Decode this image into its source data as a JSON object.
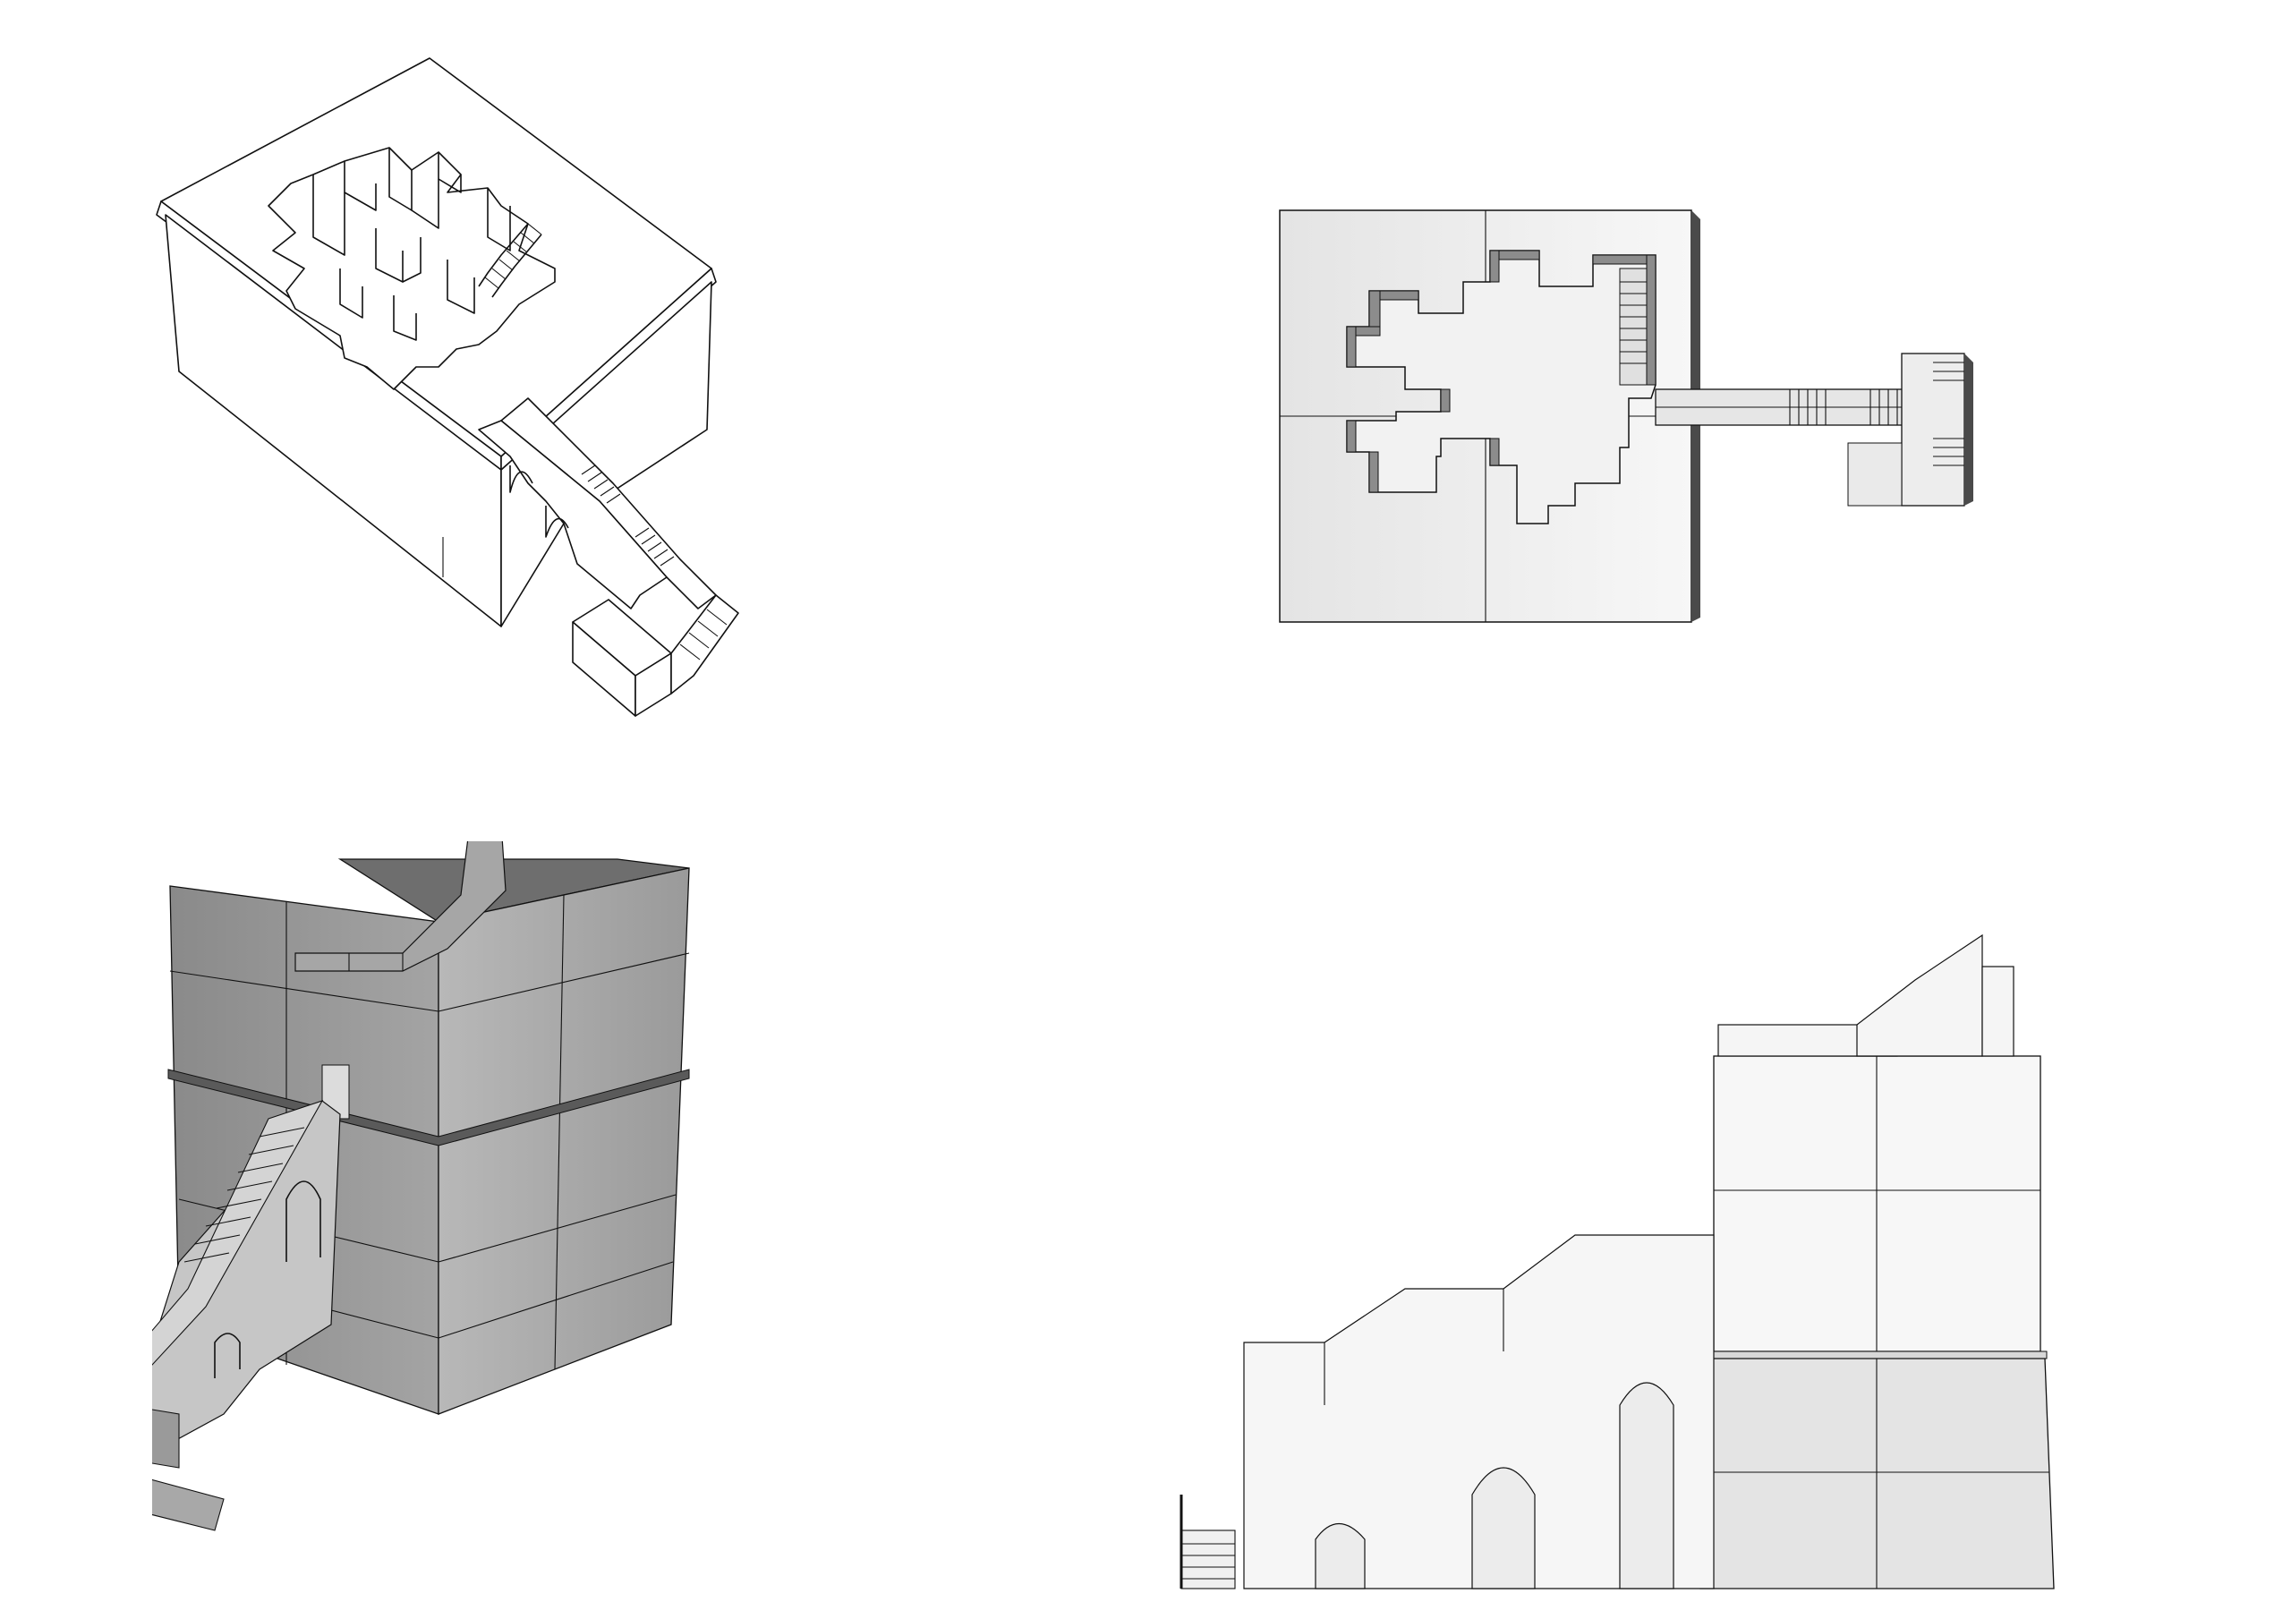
{
  "figure": {
    "panels": [
      {
        "id": "axonometric-line-drawing",
        "style": "black line on white"
      },
      {
        "id": "top-plan-view",
        "style": "light grey shaded"
      },
      {
        "id": "axonometric-shaded-view",
        "style": "dark grey shaded"
      },
      {
        "id": "side-elevation",
        "style": "light grey shaded"
      }
    ]
  },
  "colors": {
    "background": "#ffffff",
    "line": "#111111",
    "shade_light": "#ececec",
    "shade_mid": "#c8c8c8",
    "shade_dark": "#8c8c8c",
    "shade_darker": "#6e6e6e",
    "shade_darkest": "#4a4a4a"
  }
}
